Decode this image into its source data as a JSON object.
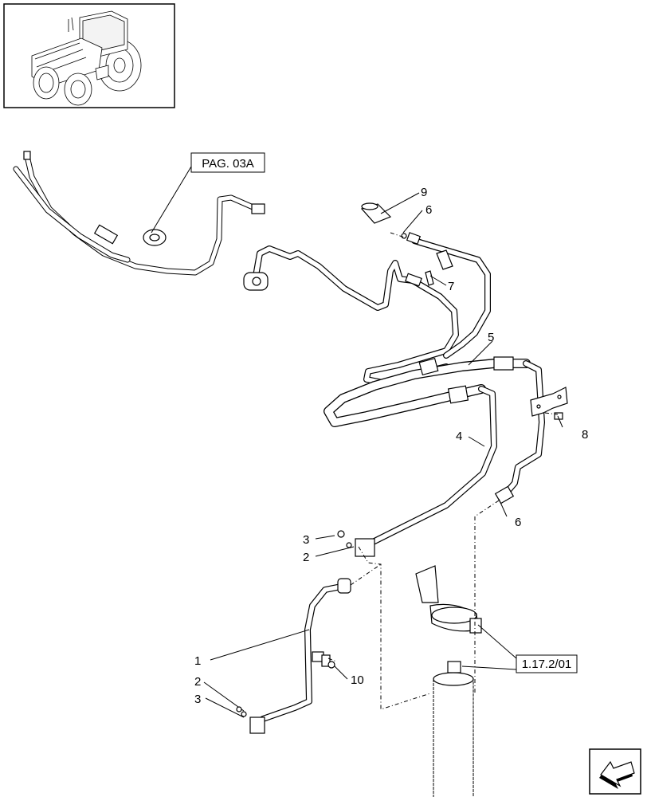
{
  "references": {
    "page_ref": "PAG. 03A",
    "drier_ref": "1.17.2/01"
  },
  "callouts": {
    "c1": "1",
    "c2a": "2",
    "c2b": "2",
    "c3a": "3",
    "c3b": "3",
    "c4": "4",
    "c5": "5",
    "c6a": "6",
    "c6b": "6",
    "c7": "7",
    "c8": "8",
    "c9": "9",
    "c10": "10"
  },
  "icons": {
    "thumbnail": "tractor-thumbnail-icon",
    "nav": "next-page-arrow-icon"
  }
}
